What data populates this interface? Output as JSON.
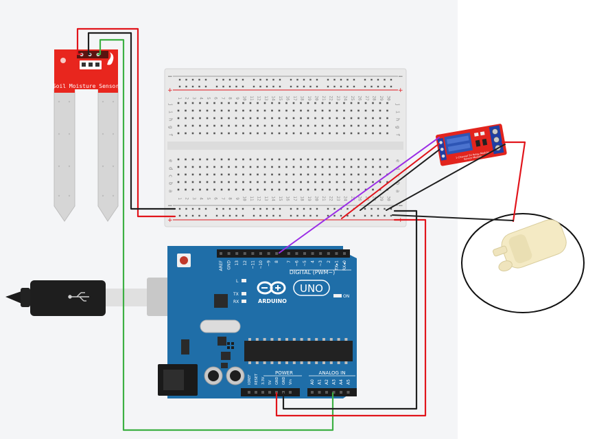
{
  "sensor": {
    "label": "Soil Moisture Sensor"
  },
  "breadboard": {
    "rows_top": [
      "j",
      "i",
      "h",
      "g",
      "f"
    ],
    "rows_bottom": [
      "e",
      "d",
      "c",
      "b",
      "a"
    ],
    "col_numbers": [
      "1",
      "2",
      "3",
      "4",
      "5",
      "6",
      "7",
      "8",
      "9",
      "10",
      "11",
      "12",
      "13",
      "14",
      "15",
      "16",
      "17",
      "18",
      "19",
      "20",
      "21",
      "22",
      "23",
      "24",
      "25",
      "26",
      "27",
      "28",
      "29",
      "30"
    ],
    "rail_plus": "+",
    "rail_minus": "−"
  },
  "relay": {
    "text_line1": "1-Channel 5V Relay Module",
    "text_line2": "Sensor Module"
  },
  "arduino": {
    "digital_label": "DIGITAL (PWM~)",
    "brand": "ARDUINO",
    "model": "UNO",
    "on_label": "ON",
    "power_label": "POWER",
    "analog_label": "ANALOG IN",
    "led_labels": [
      "L",
      "TX",
      "RX"
    ],
    "digital_pins": [
      "AREF",
      "GND",
      "13",
      "12",
      "~11",
      "~10",
      "~9",
      "8",
      "7",
      "~6",
      "~5",
      "4",
      "~3",
      "2",
      "TX▸1",
      "RX◂0"
    ],
    "power_pins": [
      "IOREF",
      "RESET",
      "3.3V",
      "5V",
      "GND",
      "GND",
      "Vin"
    ],
    "analog_pins": [
      "A0",
      "A1",
      "A2",
      "A3",
      "A4",
      "A5"
    ]
  },
  "colors": {
    "wire_red": "#e1141b",
    "wire_black": "#1f1f1f",
    "wire_green": "#3cb043",
    "wire_purple": "#9b2de6",
    "arduino_blue": "#1f6ea8",
    "sensor_red": "#e8261e",
    "relay_red": "#e2241d"
  }
}
